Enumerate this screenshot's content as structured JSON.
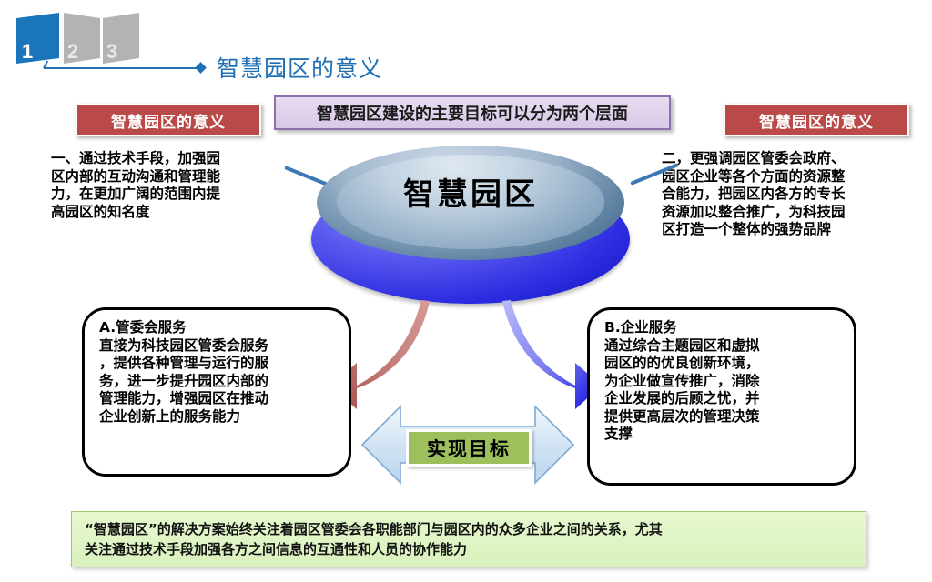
{
  "header": {
    "ribbon_numbers": [
      "1",
      "2",
      "3"
    ],
    "active_index": 0,
    "title": "智慧园区的意义",
    "title_color": "#1f6fb5"
  },
  "labels": {
    "red_left": "智慧园区的意义",
    "red_right": "智慧园区的意义",
    "red_color": "#b94a48",
    "purple_center": "智慧园区建设的主要目标可以分为两个层面",
    "purple_color": "#d8c9e6"
  },
  "center": {
    "disc_label": "智慧园区",
    "disc_color": "#2a2ae0"
  },
  "points": {
    "left": "一、通过技术手段，加强园\n区内部的互动沟通和管理能\n力，在更加广阔的范围内提\n高园区的知名度",
    "right": "二，更强调园区管委会政府、\n园区企业等各个方面的资源整\n合能力，把园区内各方的专长\n资源加以整合推广，为科技园\n区打造一个整体的强势品牌"
  },
  "boxes": {
    "a": {
      "title": "A.管委会服务",
      "body": "直接为科技园区管委会服务\n，提供各种管理与运行的服\n务，进一步提升园区内部的\n管理能力，增强园区在推动\n企业创新上的服务能力",
      "arrow_color": "#b85a5a"
    },
    "b": {
      "title": "B.企业服务",
      "body": "通过综合主题园区和虚拟\n园区的的优良创新环境，\n为企业做宣传推广，消除\n企业发展的后顾之忧，并\n提供更高层次的管理决策\n支撑",
      "arrow_color": "#2020e8"
    }
  },
  "goal": {
    "label": "实现目标",
    "chip_color": "#9dc05c",
    "arrow_color": "#cfe2f3"
  },
  "banner": {
    "text": "“智慧园区”的解决方案始终关注着园区管委会各职能部门与园区内的众多企业之间的关系，尤其\n关注通过技术手段加强各方之间信息的互通性和人员的协作能力",
    "background": "#e4f6cb"
  }
}
